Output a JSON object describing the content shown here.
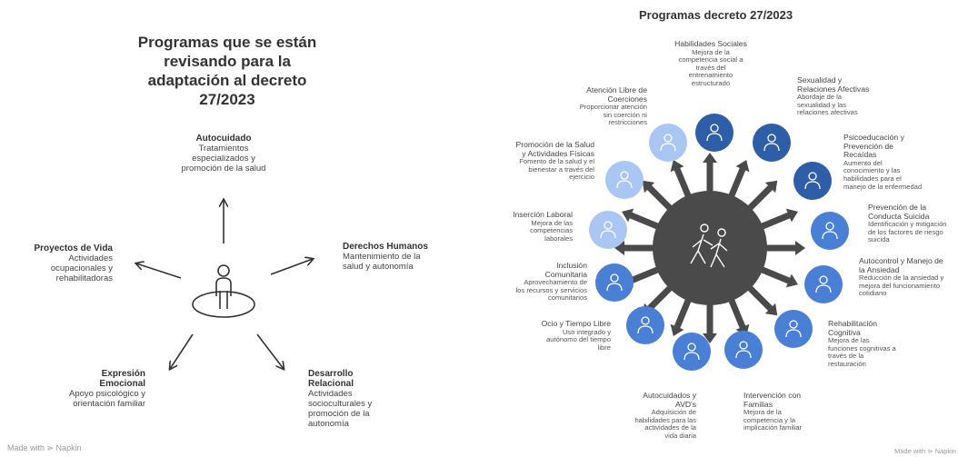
{
  "left": {
    "title": "Programas que se están revisando para la adaptación al decreto 27/2023",
    "nodes": [
      {
        "key": "autocuidado",
        "title": "Autocuidado",
        "desc": "Tratamientos especializados y promoción de la salud"
      },
      {
        "key": "derechos",
        "title": "Derechos Humanos",
        "desc": "Mantenimiento de la salud y autonomía"
      },
      {
        "key": "desarrollo",
        "title": "Desarrollo Relacional",
        "desc": "Actividades socioculturales y promoción de la autonomía"
      },
      {
        "key": "expresion",
        "title": "Expresión Emocional",
        "desc": "Apoyo psicológico y orientación familiar"
      },
      {
        "key": "proyectos",
        "title": "Proyectos de Vida",
        "desc": "Actividades ocupacionales y rehabilitadoras"
      }
    ],
    "center_icon": "person-in-circle-icon",
    "footer": "Made with ⋗ Napkin"
  },
  "right": {
    "title": "Programas decreto 27/2023",
    "center_icon": "two-people-walking-icon",
    "colors": {
      "dark": "#4a4a4a",
      "blue_dark": "#2f5ea8",
      "blue_mid": "#4a7fd6",
      "blue_light": "#a9c7f2"
    },
    "nodes": [
      {
        "key": "habilidades",
        "title": "Habilidades Sociales",
        "desc": "Mejora de la competencia social a través del entrenamiento estructurado",
        "icon": "group-icon"
      },
      {
        "key": "sexualidad",
        "title": "Sexualidad y Relaciones Afectivas",
        "desc": "Abordaje de la sexualidad y las relaciones afectivas",
        "icon": "couple-icon"
      },
      {
        "key": "psicoeducacion",
        "title": "Psicoeducación y Prevención de Recaídas",
        "desc": "Aumento del conocimiento y las habilidades para el manejo de la enfermedad",
        "icon": "head-hand-icon"
      },
      {
        "key": "prevencion",
        "title": "Prevención de la Conducta Suicida",
        "desc": "Identificación y mitigación de los factores de riesgo suicida",
        "icon": "shield-icon"
      },
      {
        "key": "autocontrol",
        "title": "Autocontrol y Manejo de la Ansiedad",
        "desc": "Reducción de la ansiedad y mejora del funcionamiento cotidiano",
        "icon": "meditation-icon"
      },
      {
        "key": "rehabilitacion",
        "title": "Rehabilitación Cognitiva",
        "desc": "Mejora de las funciones cognitivas a través de la restauración",
        "icon": "brain-icon"
      },
      {
        "key": "intervencion",
        "title": "Intervención con Familias",
        "desc": "Mejora de la competencia y la implicación familiar",
        "icon": "family-icon"
      },
      {
        "key": "avd",
        "title": "Autocuidados y AVD's",
        "desc": "Adquisición de habilidades para las actividades de la vida diaria",
        "icon": "toothbrush-icon"
      },
      {
        "key": "ocio",
        "title": "Ocio y Tiempo Libre",
        "desc": "Uso integrado y autónomo del tiempo libre",
        "icon": "leisure-icon"
      },
      {
        "key": "inclusion",
        "title": "Inclusión Comunitaria",
        "desc": "Aprovechamiento de los recursos y servicios comunitarios",
        "icon": "community-icon"
      },
      {
        "key": "insercion",
        "title": "Inserción Laboral",
        "desc": "Mejora de las competencias laborales",
        "icon": "handshake-icon"
      },
      {
        "key": "promocion",
        "title": "Promoción de la Salud y Actividades Físicas",
        "desc": "Fomento de la salud y el bienestar a través del ejercicio",
        "icon": "runner-icon"
      },
      {
        "key": "atencion",
        "title": "Atención Libre de Coerciones",
        "desc": "Proporcionar atención sin coerción ni restricciones",
        "icon": "person-icon"
      }
    ],
    "footer": "Made with ⋗ Napkin"
  }
}
